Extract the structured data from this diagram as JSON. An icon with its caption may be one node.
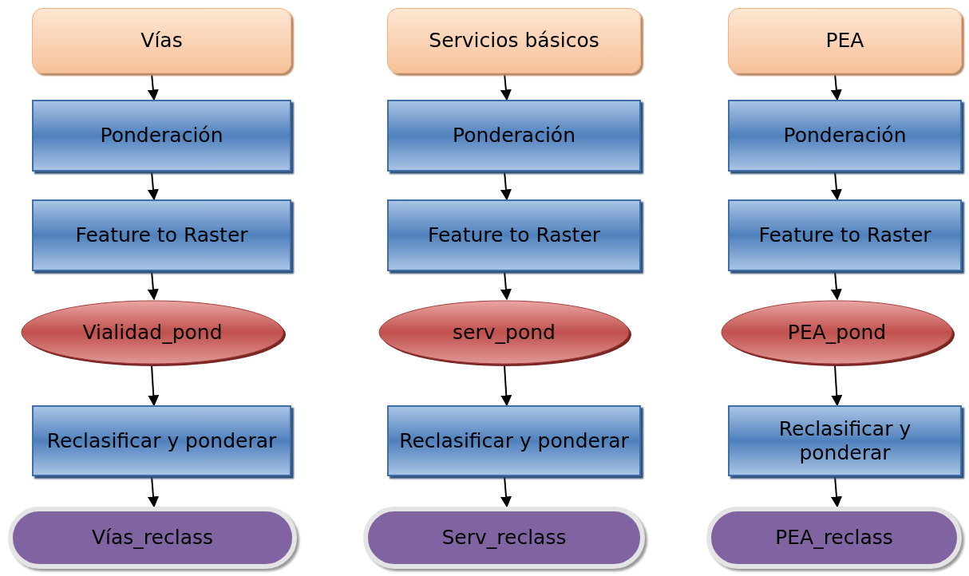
{
  "diagram": {
    "nodes": [
      {
        "text": [
          "Vías"
        ]
      },
      {
        "text": [
          "Servicios básicos"
        ]
      },
      {
        "text": [
          "PEA"
        ]
      },
      {
        "text": [
          "Ponderación"
        ]
      },
      {
        "text": [
          "Ponderación"
        ]
      },
      {
        "text": [
          "Ponderación"
        ]
      },
      {
        "text": [
          "Feature to Raster"
        ]
      },
      {
        "text": [
          "Feature to Raster"
        ]
      },
      {
        "text": [
          "Feature to Raster"
        ]
      },
      {
        "text": [
          "Vialidad_pond"
        ]
      },
      {
        "text": [
          "serv_pond"
        ]
      },
      {
        "text": [
          "PEA_pond"
        ]
      },
      {
        "text": [
          "Reclasificar y ponderar"
        ]
      },
      {
        "text": [
          "Reclasificar y ponderar"
        ]
      },
      {
        "text": [
          "Reclasificar y ponderar"
        ]
      },
      {
        "text": [
          "Vías_reclass"
        ]
      },
      {
        "text": [
          "Serv_reclass"
        ]
      },
      {
        "text": [
          "PEA_reclass"
        ]
      }
    ],
    "edges": [
      {
        "from": 0,
        "to": 3,
        "arrow": "to"
      },
      {
        "from": 1,
        "to": 4,
        "arrow": "to"
      },
      {
        "from": 2,
        "to": 5,
        "arrow": "to"
      },
      {
        "from": 3,
        "to": 6,
        "arrow": "to"
      },
      {
        "from": 4,
        "to": 7,
        "arrow": "to"
      },
      {
        "from": 5,
        "to": 8,
        "arrow": "to"
      },
      {
        "from": 6,
        "to": 9,
        "arrow": "to"
      },
      {
        "from": 7,
        "to": 10,
        "arrow": "to"
      },
      {
        "from": 8,
        "to": 11,
        "arrow": "to"
      },
      {
        "from": 9,
        "to": 12,
        "arrow": "to"
      },
      {
        "from": 10,
        "to": 13,
        "arrow": "to"
      },
      {
        "from": 11,
        "to": 14,
        "arrow": "to"
      },
      {
        "from": 12,
        "to": 15,
        "arrow": "to"
      },
      {
        "from": 13,
        "to": 16,
        "arrow": "to"
      },
      {
        "from": 14,
        "to": 17,
        "arrow": "to"
      }
    ]
  }
}
